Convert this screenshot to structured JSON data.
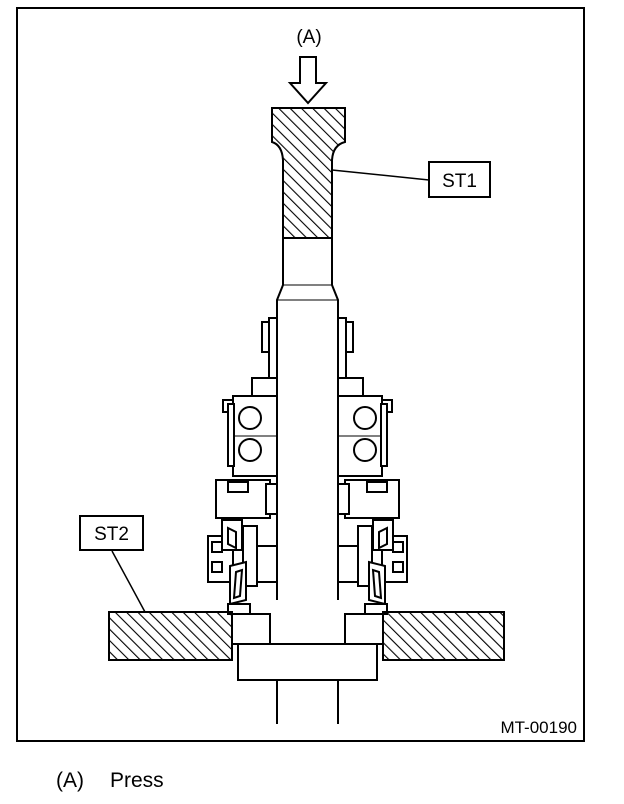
{
  "figure": {
    "arrow_label": "(A)",
    "callouts": {
      "st1": "ST1",
      "st2": "ST2"
    },
    "figure_id": "MT-00190"
  },
  "legend": [
    {
      "key": "(A)",
      "text": "Press"
    }
  ]
}
